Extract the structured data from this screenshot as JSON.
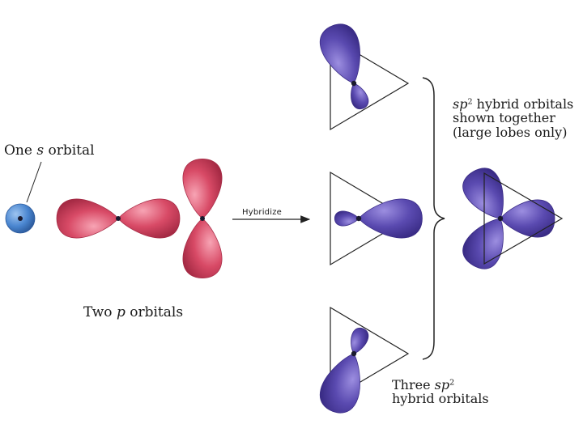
{
  "labels": {
    "s_orbital": {
      "prefix": "One ",
      "italic": "s",
      "suffix": " orbital"
    },
    "p_orbitals": {
      "prefix": "Two ",
      "italic": "p",
      "suffix": " orbitals"
    },
    "hybridize": "Hybridize",
    "together": {
      "italic": "sp",
      "sup": "2",
      "line1_suffix": " hybrid orbitals",
      "line2": "shown together",
      "line3": "(large lobes only)"
    },
    "three": {
      "prefix": "Three ",
      "italic": "sp",
      "sup": "2",
      "line2": "hybrid orbitals"
    }
  },
  "colors": {
    "s_orbital": "#4a86d0",
    "p_orbital": "#d84a66",
    "sp2_orbital": "#5a4ab0",
    "nucleus": "#1a1a2e",
    "line": "#222222"
  }
}
